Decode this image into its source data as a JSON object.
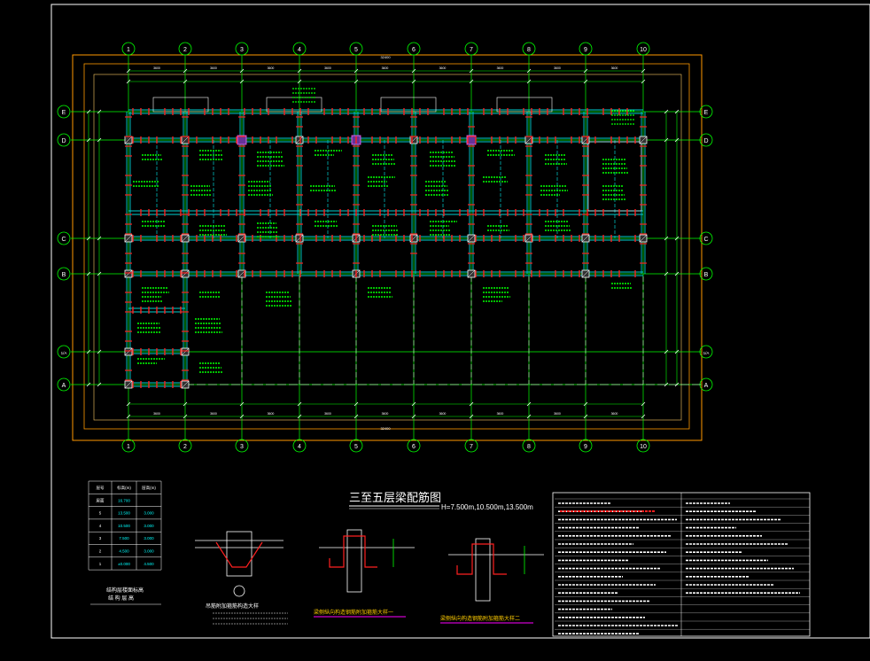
{
  "drawing": {
    "title": "三至五层梁配筋图",
    "subtitle": "H=7.500m,10.500m,13.500m"
  },
  "grid": {
    "columns": [
      "1",
      "2",
      "3",
      "4",
      "5",
      "6",
      "7",
      "8",
      "9",
      "10"
    ],
    "rows": [
      "E",
      "D",
      "C",
      "B",
      "1/A",
      "A"
    ],
    "bay_dims": [
      "3600",
      "3600",
      "3600",
      "3600",
      "3600",
      "3600",
      "3600",
      "3600",
      "3600"
    ],
    "overall_dim": "32400"
  },
  "floor_table": {
    "header": [
      "层号",
      "标高(m)",
      "层高(m)"
    ],
    "rows": [
      [
        "屋面",
        "16.700",
        ""
      ],
      [
        "5",
        "13.500",
        "3.000"
      ],
      [
        "4",
        "10.500",
        "3.000"
      ],
      [
        "3",
        "7.500",
        "3.000"
      ],
      [
        "2",
        "4.500",
        "3.000"
      ],
      [
        "1",
        "±0.000",
        "4.500"
      ]
    ],
    "caption1": "结构层楼面标高",
    "caption2": "结 构 层 高"
  },
  "details": {
    "detail1": "吊筋附加箍筋构造大样",
    "detail2": "梁侧纵向构造钢筋附加箍筋大样一",
    "detail3": "梁侧纵向构造钢筋附加箍筋大样二"
  },
  "colors": {
    "background": "#000000",
    "grid_axis": "#00ff00",
    "beam": "#00d0d0",
    "rebar": "#ff2020",
    "annotation": "#00ff00",
    "frame": "#ffffff",
    "border_orange": "#ff9900",
    "title": "#ffffff"
  }
}
